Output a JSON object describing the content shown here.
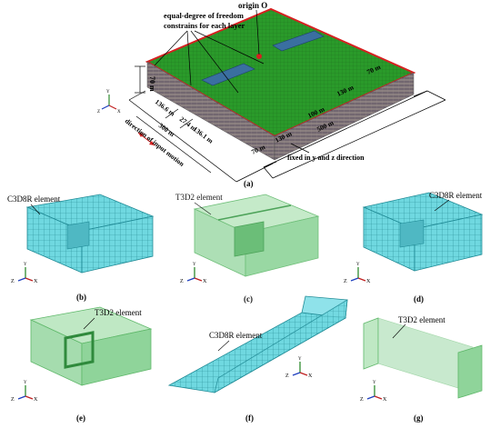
{
  "figure": {
    "panel_a": {
      "callout_origin": "origin O",
      "callout_constraints_line1": "equal-degree of freedom",
      "callout_constraints_line2": "constrains for each layer",
      "callout_fixed": "fixed in y and z direction",
      "motion_label": "direction of input motion",
      "dim_height": "70 m",
      "dim_left": [
        "136.6 m",
        "27.4 m",
        "136.1 m",
        "300 m"
      ],
      "dim_right": [
        "70 m",
        "130 m",
        "100 m",
        "130 m",
        "70 m",
        "500 m"
      ],
      "caption": "(a)"
    },
    "panels": [
      {
        "caption": "(b)",
        "element_label": "C3D8R element"
      },
      {
        "caption": "(c)",
        "element_label": "T3D2 element"
      },
      {
        "caption": "(d)",
        "element_label": "C3D8R element"
      },
      {
        "caption": "(e)",
        "element_label": "T3D2 element"
      },
      {
        "caption": "(f)",
        "element_label": "C3D8R element"
      },
      {
        "caption": "(g)",
        "element_label": "T3D2 element"
      }
    ],
    "axis_triad": {
      "y": "Y",
      "z": "Z",
      "x": "X"
    },
    "colors": {
      "ground_green": "#2a9a2a",
      "edge_red": "#d62020",
      "mesh_cyan": "#6fd8e0",
      "shell_green": "#8fd49a",
      "axis_y": "#2e8b2e",
      "axis_x": "#c02020",
      "axis_z": "#1f3fbf"
    }
  }
}
